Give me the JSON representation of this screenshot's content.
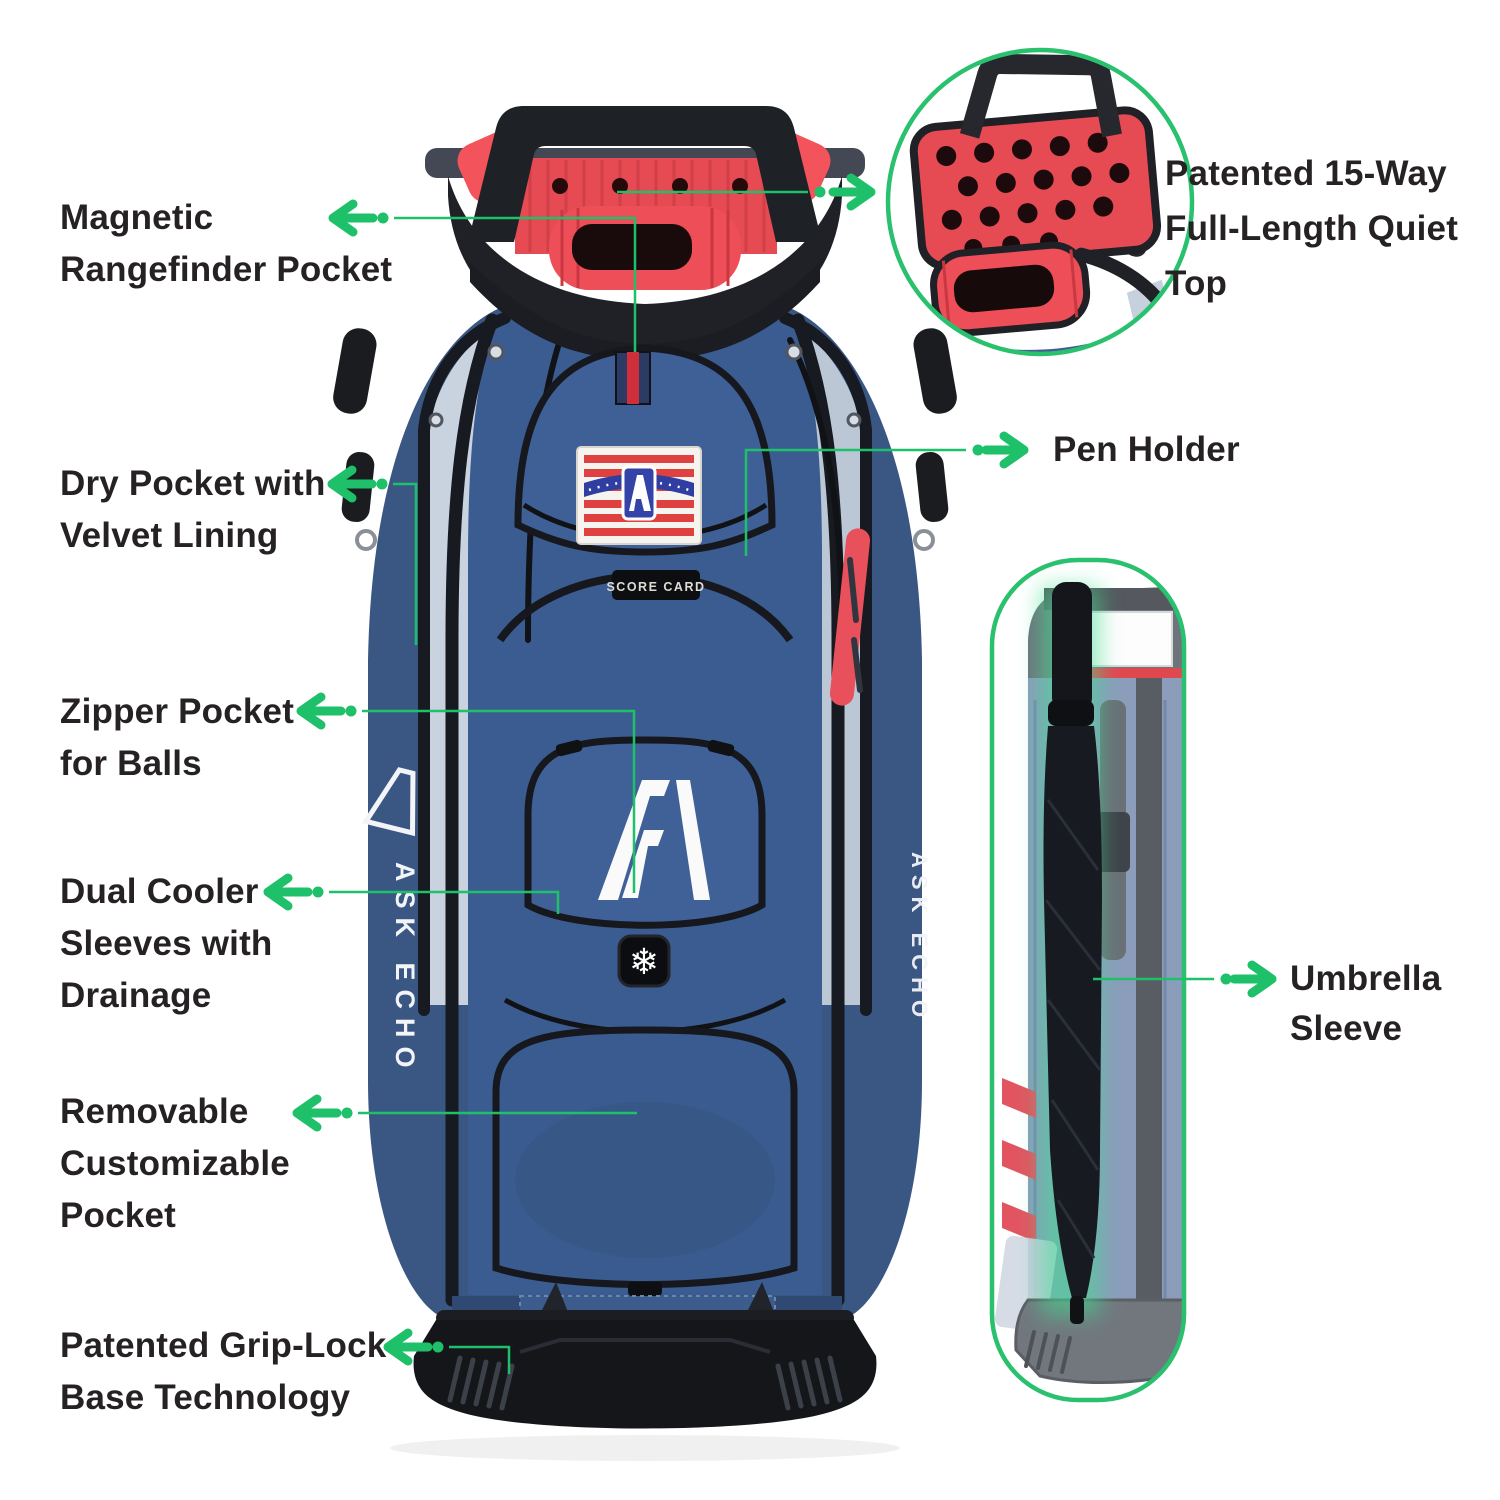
{
  "colors": {
    "accent_green": "#1EC06A",
    "label_text": "#262223",
    "bag_navy": "#3B5C90",
    "bag_navy_dark": "#2F4A76",
    "bag_coral": "#F0515A",
    "bag_black": "#1A1C22",
    "panel_light": "#C9D3E0"
  },
  "callouts": {
    "magnetic_rangefinder_pocket": {
      "lines": [
        "Magnetic",
        "Rangefinder Pocket"
      ]
    },
    "dry_pocket": {
      "lines": [
        "Dry Pocket with",
        "Velvet Lining"
      ]
    },
    "zipper_pocket": {
      "lines": [
        "Zipper Pocket",
        "for Balls"
      ]
    },
    "dual_cooler": {
      "lines": [
        "Dual Cooler",
        "Sleeves with",
        "Drainage"
      ]
    },
    "removable_pocket": {
      "lines": [
        "Removable",
        "Customizable",
        "Pocket"
      ]
    },
    "grip_lock_base": {
      "lines": [
        "Patented Grip-Lock",
        "Base Technology"
      ]
    },
    "quiet_top": {
      "lines": [
        "Patented 15-Way",
        "Full-Length Quiet",
        "Top"
      ]
    },
    "pen_holder": {
      "lines": [
        "Pen Holder"
      ]
    },
    "umbrella_sleeve": {
      "lines": [
        "Umbrella",
        "Sleeve"
      ]
    }
  },
  "bag": {
    "side_text": "ASK ECHO",
    "score_card_label": "SCORE CARD",
    "snowflake_icon": "❄"
  }
}
